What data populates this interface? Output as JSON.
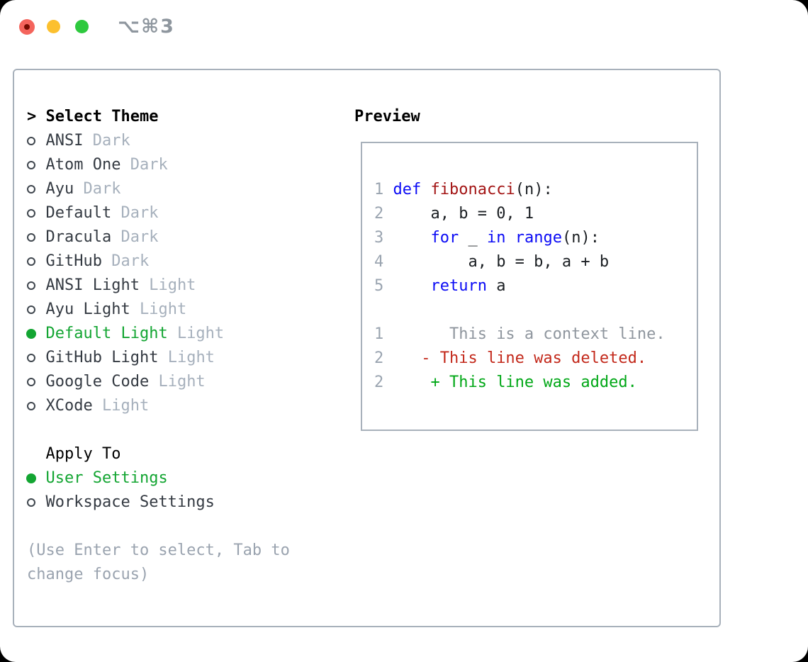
{
  "window": {
    "shortcut_label": "⌥⌘3",
    "traffic_lights": [
      "close",
      "minimize",
      "zoom"
    ]
  },
  "colors": {
    "accent_green": "#13a532",
    "text": "#343a42",
    "muted_gray": "#a6b0bc",
    "hint_gray": "#9aa3af",
    "border_gray": "#a8b1bb",
    "line_number_gray": "#9aa4b0",
    "keyword_blue": "#0b0bf5",
    "function_red": "#a31515",
    "context_gray": "#8f969e",
    "deleted_red": "#c3291b",
    "added_green": "#00a716"
  },
  "theme_selector": {
    "prompt": ">",
    "title": "Select Theme",
    "themes": [
      {
        "name": "ANSI",
        "variant": "Dark",
        "selected": false
      },
      {
        "name": "Atom One",
        "variant": "Dark",
        "selected": false
      },
      {
        "name": "Ayu",
        "variant": "Dark",
        "selected": false
      },
      {
        "name": "Default",
        "variant": "Dark",
        "selected": false
      },
      {
        "name": "Dracula",
        "variant": "Dark",
        "selected": false
      },
      {
        "name": "GitHub",
        "variant": "Dark",
        "selected": false
      },
      {
        "name": "ANSI Light",
        "variant": "Light",
        "selected": false
      },
      {
        "name": "Ayu Light",
        "variant": "Light",
        "selected": false
      },
      {
        "name": "Default Light",
        "variant": "Light",
        "selected": true
      },
      {
        "name": "GitHub Light",
        "variant": "Light",
        "selected": false
      },
      {
        "name": "Google Code",
        "variant": "Light",
        "selected": false
      },
      {
        "name": "XCode",
        "variant": "Light",
        "selected": false
      }
    ],
    "apply_to": {
      "title": "Apply To",
      "options": [
        {
          "name": "User Settings",
          "selected": true
        },
        {
          "name": "Workspace Settings",
          "selected": false
        }
      ]
    },
    "hint_lines": [
      "(Use Enter to select, Tab to",
      "change focus)"
    ]
  },
  "preview": {
    "title": "Preview",
    "lines": [
      {
        "segments": [
          [
            "1",
            "num"
          ],
          [
            " ",
            "pl"
          ],
          [
            "def",
            "kw"
          ],
          [
            " ",
            "pl"
          ],
          [
            "fibonacci",
            "fn"
          ],
          [
            "(n):",
            "pl"
          ]
        ]
      },
      {
        "segments": [
          [
            "2",
            "num"
          ],
          [
            "     a, b = 0, 1",
            "pl"
          ]
        ]
      },
      {
        "segments": [
          [
            "3",
            "num"
          ],
          [
            "     ",
            "pl"
          ],
          [
            "for",
            "kw"
          ],
          [
            " _ ",
            "pl"
          ],
          [
            "in",
            "kw"
          ],
          [
            " ",
            "pl"
          ],
          [
            "range",
            "kw"
          ],
          [
            "(n):",
            "pl"
          ]
        ]
      },
      {
        "segments": [
          [
            "4",
            "num"
          ],
          [
            "         a, b = b, a + b",
            "pl"
          ]
        ]
      },
      {
        "segments": [
          [
            "5",
            "num"
          ],
          [
            "     ",
            "pl"
          ],
          [
            "return",
            "kw"
          ],
          [
            " a",
            "pl"
          ]
        ]
      },
      {
        "segments": [
          [
            "",
            "pl"
          ]
        ]
      },
      {
        "segments": [
          [
            "1",
            "num"
          ],
          [
            "       This is a context line.",
            "ctx"
          ]
        ]
      },
      {
        "segments": [
          [
            "2",
            "num"
          ],
          [
            "    - This line was deleted.",
            "del"
          ]
        ]
      },
      {
        "segments": [
          [
            "2",
            "num"
          ],
          [
            "     + This line was added.",
            "add"
          ]
        ]
      }
    ]
  }
}
